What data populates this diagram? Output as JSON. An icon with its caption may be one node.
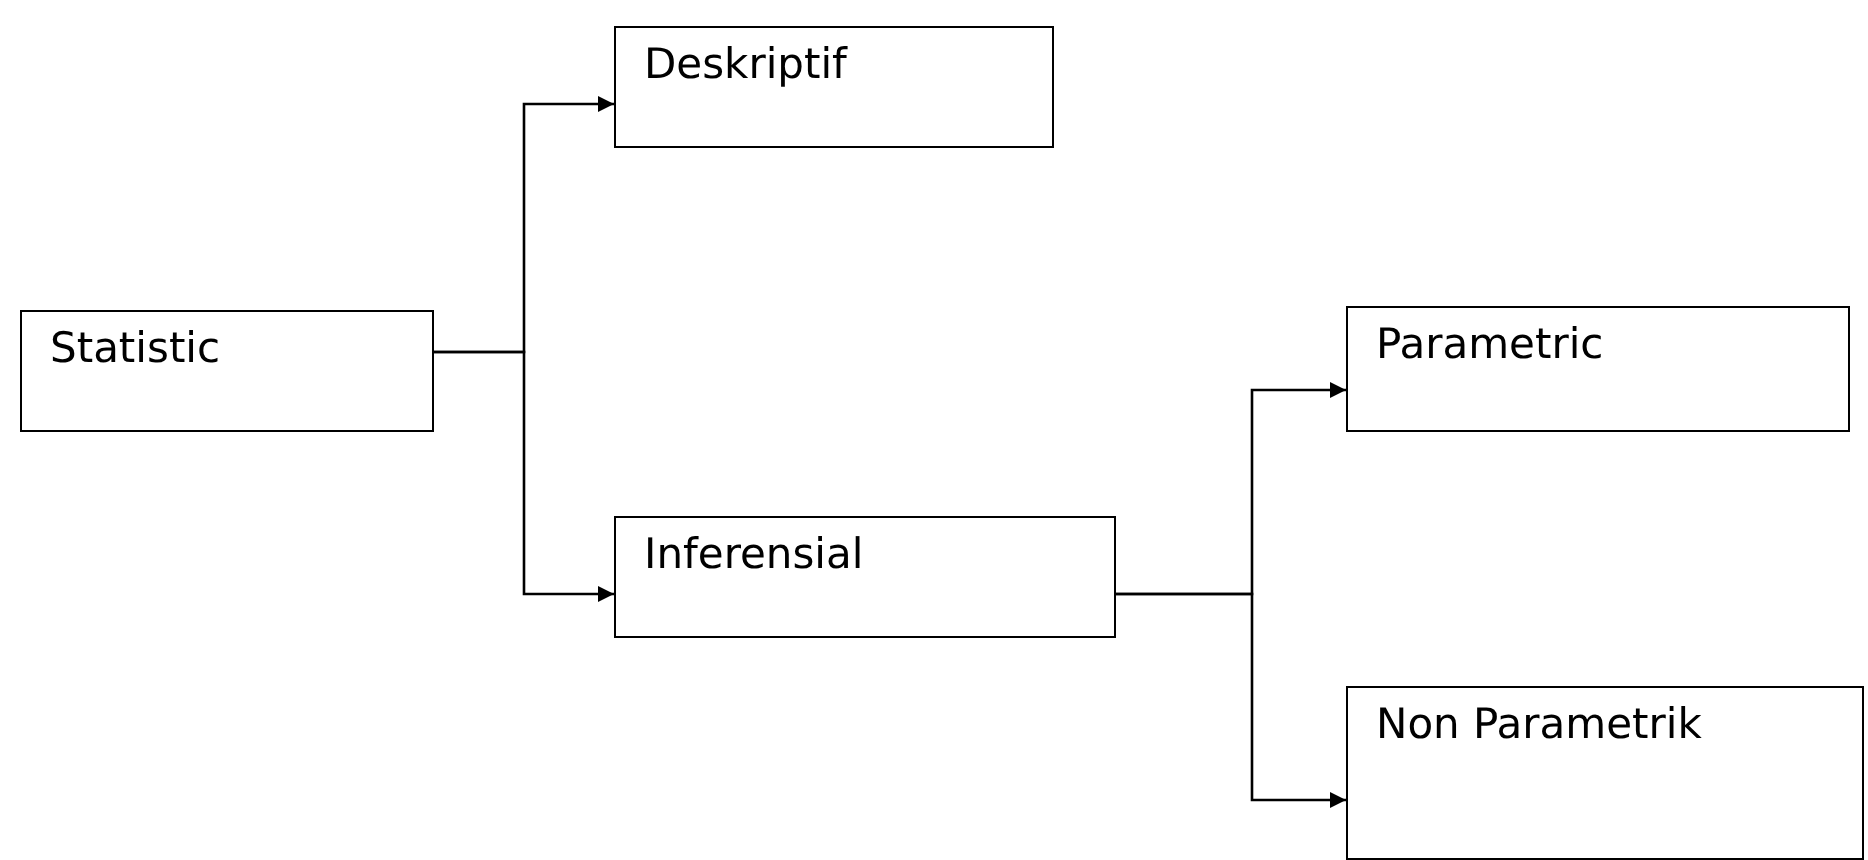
{
  "diagram": {
    "nodes": [
      {
        "text": [
          "Statistic"
        ]
      },
      {
        "text": [
          "Deskriptif"
        ]
      },
      {
        "text": [
          "Inferensial"
        ]
      },
      {
        "text": [
          "Parametric"
        ]
      },
      {
        "text": [
          "Non Parametrik"
        ]
      }
    ],
    "edges": [
      {
        "from": 0,
        "to": 1,
        "arrow": "to"
      },
      {
        "from": 0,
        "to": 2,
        "arrow": "to"
      },
      {
        "from": 2,
        "to": 3,
        "arrow": "to"
      },
      {
        "from": 2,
        "to": 4,
        "arrow": "to"
      }
    ]
  }
}
